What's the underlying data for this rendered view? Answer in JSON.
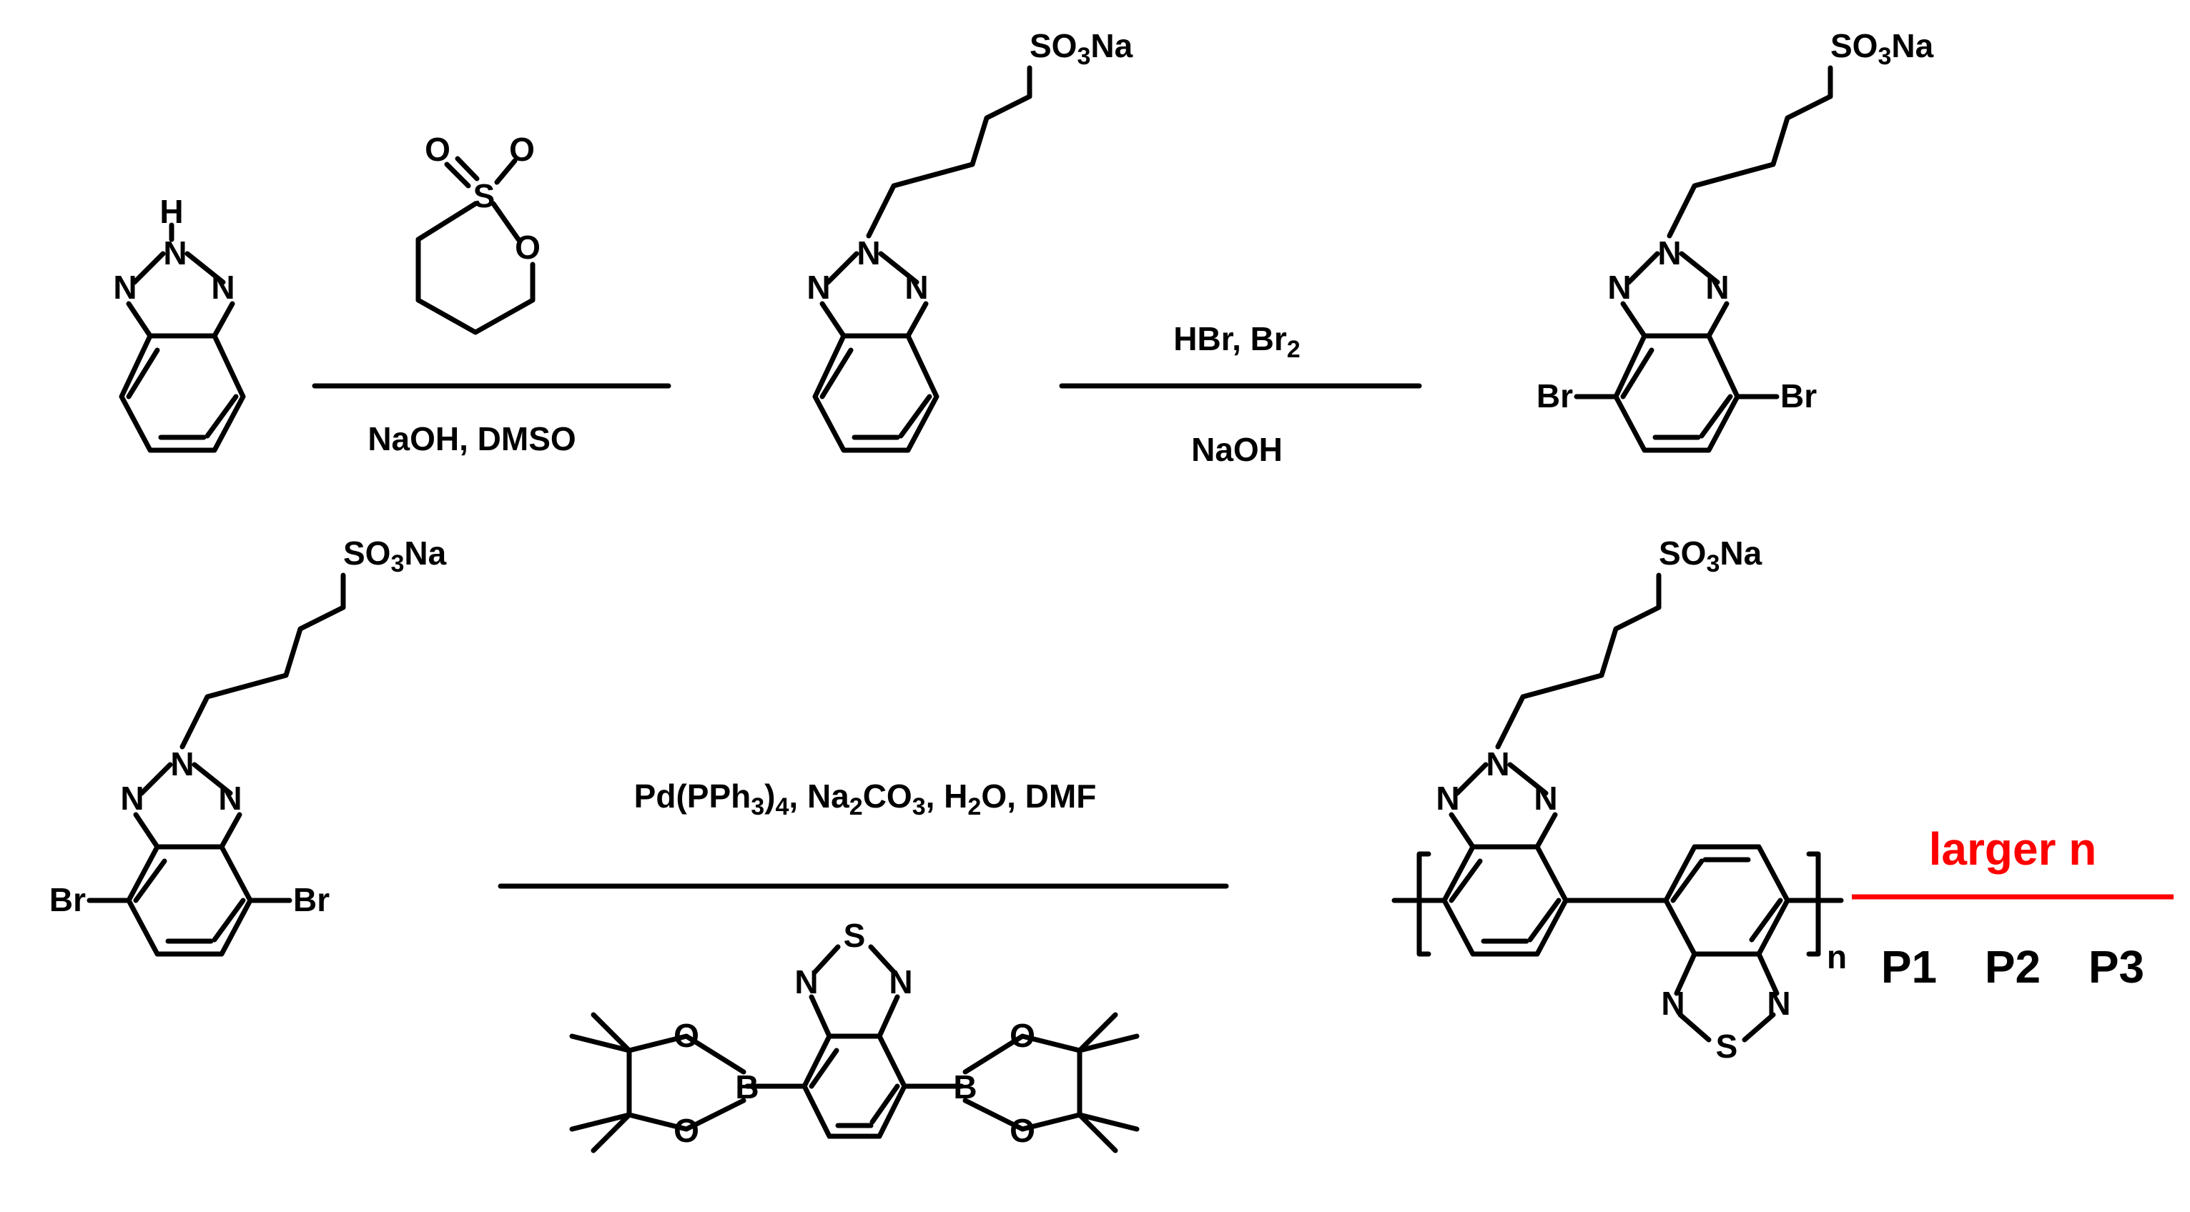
{
  "atoms": {
    "h": "H",
    "n": "N",
    "o": "O",
    "s": "S",
    "b": "B",
    "br": "Br",
    "so3na": "SO3Na",
    "n_sub": "n"
  },
  "conditions": {
    "step1": "NaOH, DMSO",
    "step2_top": "HBr, Br2",
    "step2_bottom": "NaOH",
    "step3": "Pd(PPh3)4, Na2CO3, H2O, DMF"
  },
  "polymer_arrow": {
    "label": "larger n",
    "products": [
      "P1",
      "P2",
      "P3"
    ],
    "arrow_color": "#ff0000",
    "label_color": "#ff0000",
    "product_color": "#000000"
  }
}
